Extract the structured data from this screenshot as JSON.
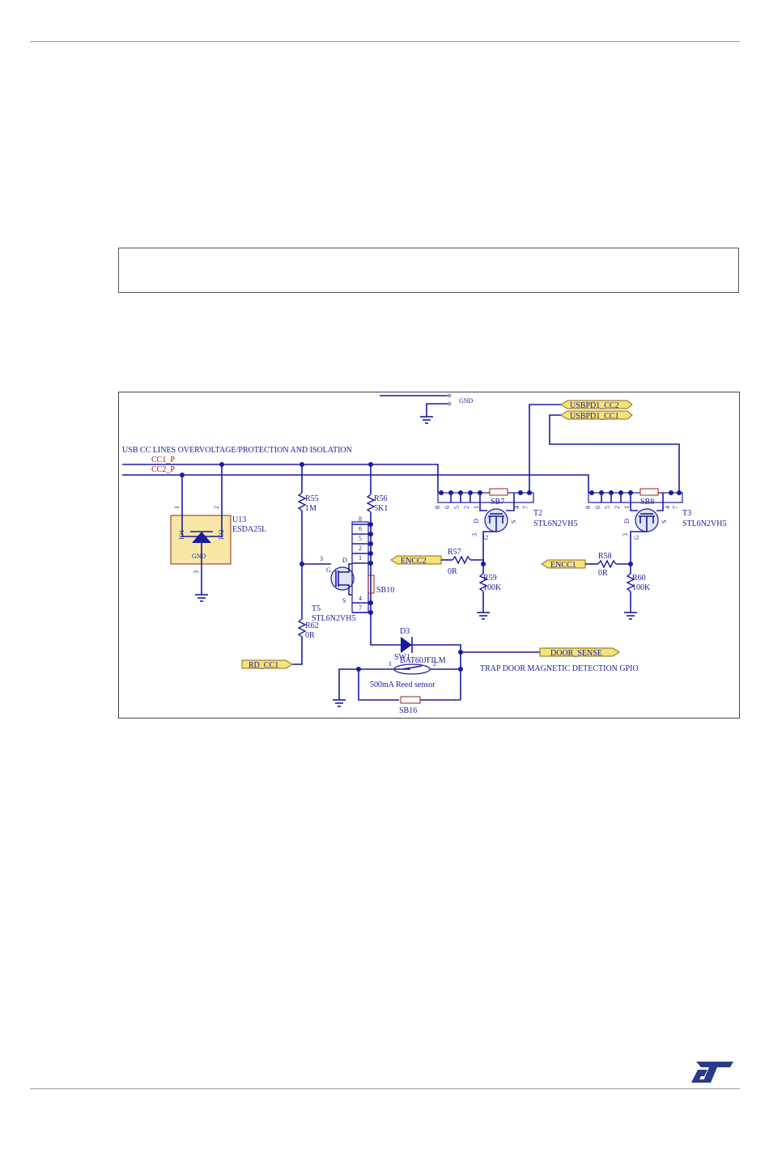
{
  "diagram": {
    "title": "USB CC LINES OVERVOLTAGE/PROTECTION AND ISOLATION",
    "nets": {
      "cc1": "CC1_P",
      "cc2": "CC2_P",
      "gnd": "GND",
      "usbpd1_cc2": "USBPD1_CC2",
      "usbpd1_cc1": "USBPD1_CC1",
      "encc2": "ENCC2",
      "encc1": "ENCC1",
      "rd_cc1": "RD_CC1",
      "door_sense": "DOOR_SENSE"
    },
    "u13": {
      "ref": "U13",
      "value": "ESDA25L",
      "gnd": "GND",
      "io1": "IO1",
      "io2": "IO2",
      "p1": "1",
      "p2": "2",
      "p3": "3"
    },
    "r55": {
      "ref": "R55",
      "value": "1M"
    },
    "r56": {
      "ref": "R56",
      "value": "5K1"
    },
    "r62": {
      "ref": "R62",
      "value": "0R"
    },
    "r57": {
      "ref": "R57",
      "value": "0R"
    },
    "r58": {
      "ref": "R58",
      "value": "0R"
    },
    "r59": {
      "ref": "R59",
      "value": "100K"
    },
    "r60": {
      "ref": "R60",
      "value": "100K"
    },
    "t5": {
      "ref": "T5",
      "value": "STL6N2VH5",
      "g": "G",
      "d": "D",
      "s": "S",
      "gate_pin": "3",
      "pins": [
        "8",
        "6",
        "5",
        "2",
        "1",
        "4",
        "7"
      ]
    },
    "t2": {
      "ref": "T2",
      "value": "STL6N2VH5",
      "g": "G",
      "d": "D",
      "s": "S",
      "pin3": "3",
      "pins": [
        "8",
        "6",
        "5",
        "2",
        "1",
        "4",
        "7"
      ]
    },
    "t3": {
      "ref": "T3",
      "value": "STL6N2VH5",
      "g": "G",
      "d": "D",
      "s": "S",
      "pin3": "3",
      "pins": [
        "8",
        "6",
        "5",
        "2",
        "1",
        "4",
        "7"
      ]
    },
    "sb7": "SB7",
    "sb8": "SB8",
    "sb10": "SB10",
    "sb16": "SB16",
    "d3": {
      "ref": "D3",
      "value": "BAT60JFILM"
    },
    "sw1": {
      "ref": "SW1",
      "value": "500mA Reed sensor",
      "pin1": "1",
      "pin2": "2"
    },
    "door_note": "TRAP DOOR MAGNETIC DETECTION GPIO"
  },
  "colors": {
    "wire": "#1a1aa0",
    "label_text": "#1a1aa0",
    "ref_text": "#1a1aa0",
    "net_red": "#a01010",
    "flag_fill": "#f4e27a",
    "comp_fill": "#f6e7a6",
    "comp_stroke": "#9a2020"
  }
}
